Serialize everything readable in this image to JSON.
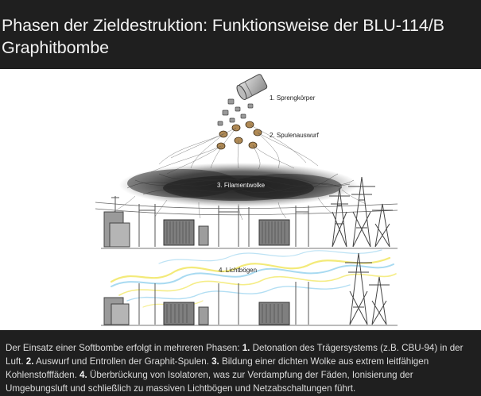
{
  "title": "Phasen der Zieldestruktion: Funktionsweise der BLU-114/B Graphitbombe",
  "diagram": {
    "label_1": "1. Sprengkörper",
    "label_2": "2. Spulenauswurf",
    "label_3": "3. Filamentwolke",
    "label_4": "4. Lichtbögen",
    "colors": {
      "arc_yellow": "#f2e86a",
      "arc_blue": "#9fd6f0",
      "structure": "#555555",
      "cloud": "#2a2a2a"
    }
  },
  "caption": {
    "intro": "Der Einsatz einer Softbombe erfolgt in mehreren Phasen: ",
    "n1": "1.",
    "t1": " Detonation des Trägersystems (z.B. CBU-94) in der Luft. ",
    "n2": "2.",
    "t2": " Auswurf und Entrollen der Graphit-Spulen. ",
    "n3": "3.",
    "t3": " Bildung einer dichten Wolke aus extrem leitfähigen Kohlenstofffäden. ",
    "n4": "4.",
    "t4": " Überbrückung von Isolatoren, was zur Verdampfung der Fäden, Ionisierung der Umgebungsluft und schließlich zu massiven Lichtbögen und Netzabschaltungen führt."
  }
}
